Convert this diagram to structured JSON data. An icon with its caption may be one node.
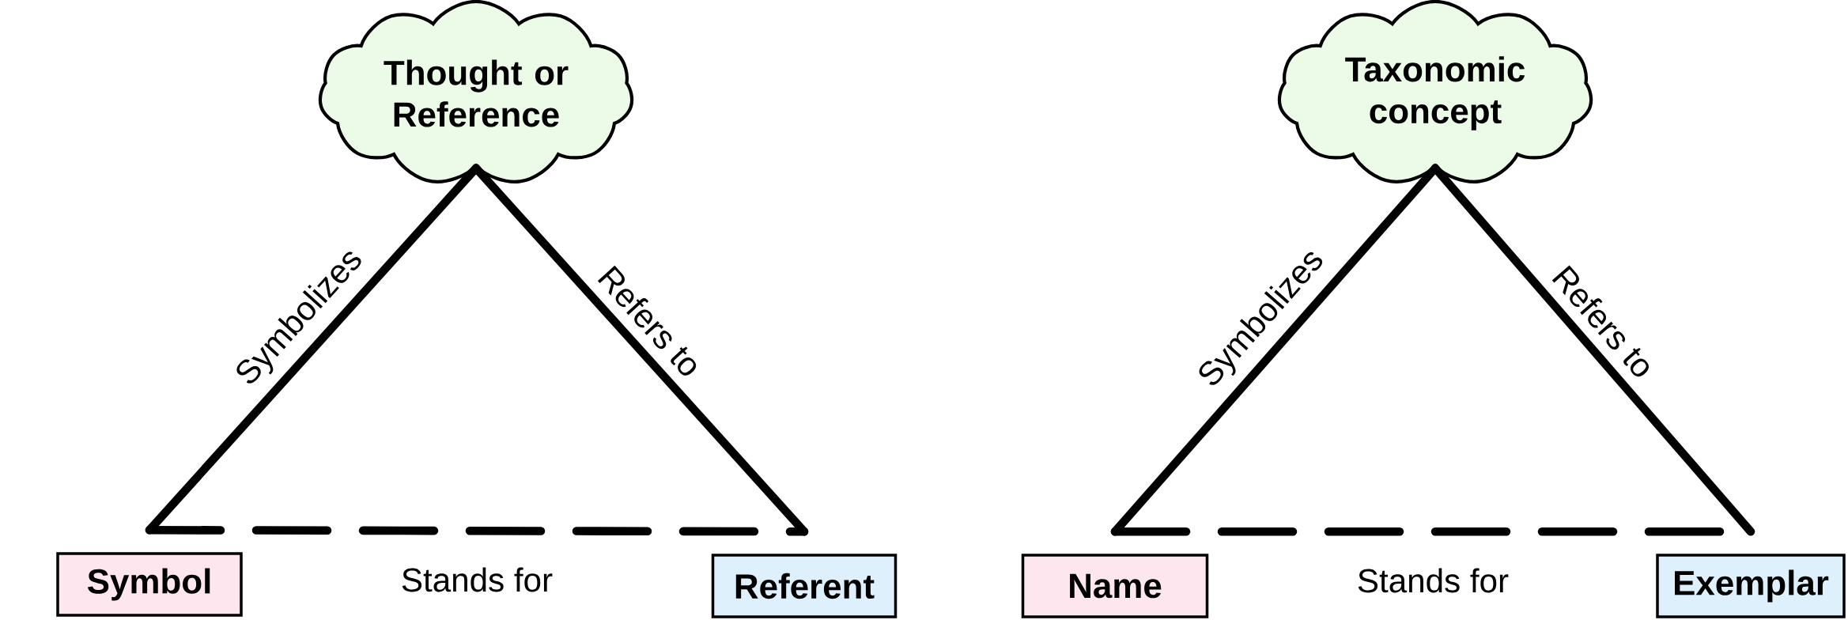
{
  "diagram": {
    "nodes": [
      {
        "text": [
          "Thought or Reference"
        ]
      },
      {
        "text": [
          "Symbol"
        ]
      },
      {
        "text": [
          "Referent"
        ]
      },
      {
        "text": [
          "Taxonomic concept"
        ]
      },
      {
        "text": [
          "Name"
        ]
      },
      {
        "text": [
          "Exemplar"
        ]
      }
    ],
    "edges": [
      {
        "from": 0,
        "to": 1,
        "arrow": "none",
        "label": "Symbolizes"
      },
      {
        "from": 0,
        "to": 2,
        "arrow": "none",
        "label": "Refers to"
      },
      {
        "from": 1,
        "to": 2,
        "arrow": "none",
        "label": "Stands for",
        "style": "dashed"
      },
      {
        "from": 3,
        "to": 4,
        "arrow": "none",
        "label": "Symbolizes"
      },
      {
        "from": 3,
        "to": 5,
        "arrow": "none",
        "label": "Refers to"
      },
      {
        "from": 4,
        "to": 5,
        "arrow": "none",
        "label": "Stands for",
        "style": "dashed"
      }
    ]
  }
}
